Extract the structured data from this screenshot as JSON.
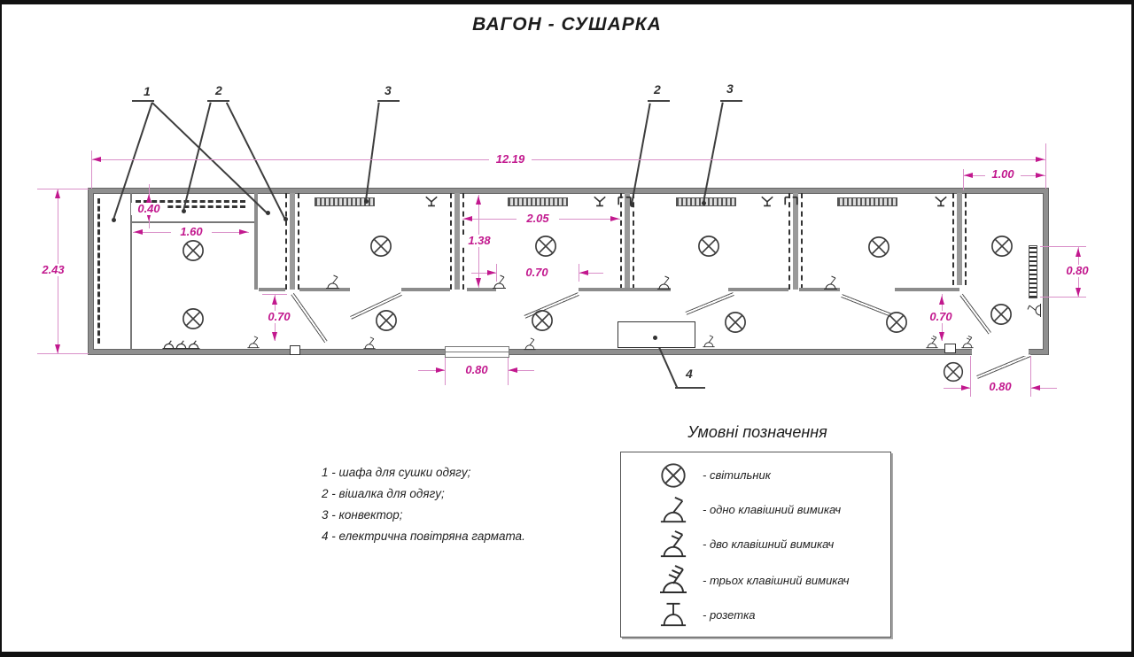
{
  "title": "ВАГОН - СУШАРКА",
  "plan": {
    "dimensions": {
      "overall_length": "12.19",
      "overall_width": "2.43",
      "vestibule_length": "1.00",
      "shelf_offset": "0.40",
      "wardrobe_width": "1.60",
      "corridor_width_left": "0.70",
      "room_length": "2.05",
      "room_depth": "1.38",
      "door_width_mid": "0.70",
      "window_bottom_width": "0.80",
      "corridor_width_right": "0.70",
      "window_right_height": "0.80",
      "entry_door_width": "0.80"
    },
    "callouts": {
      "one": "1",
      "two_left": "2",
      "three_left": "3",
      "two_right": "2",
      "three_right": "3",
      "four": "4"
    }
  },
  "notes": [
    "1 - шафа для сушки одягу;",
    "2 - вішалка для одягу;",
    "3 - конвектор;",
    "4 - електрична повітряна гармата."
  ],
  "legend": {
    "heading": "Умовні позначення",
    "items": [
      {
        "symbol": "light-symbol",
        "label": "- світильник"
      },
      {
        "symbol": "switch-one-key-symbol",
        "label": "- одно клавішний вимикач"
      },
      {
        "symbol": "switch-two-key-symbol",
        "label": "- дво клавішний вимикач"
      },
      {
        "symbol": "switch-three-key-symbol",
        "label": "- трьох клавішний вимикач"
      },
      {
        "symbol": "socket-symbol",
        "label": "- розетка"
      }
    ]
  },
  "colors": {
    "dimension_text": "#c2188e",
    "dimension_line": "#d98fc8",
    "wall": "#8c8c8c",
    "drawing_line": "#3d3d3d"
  }
}
